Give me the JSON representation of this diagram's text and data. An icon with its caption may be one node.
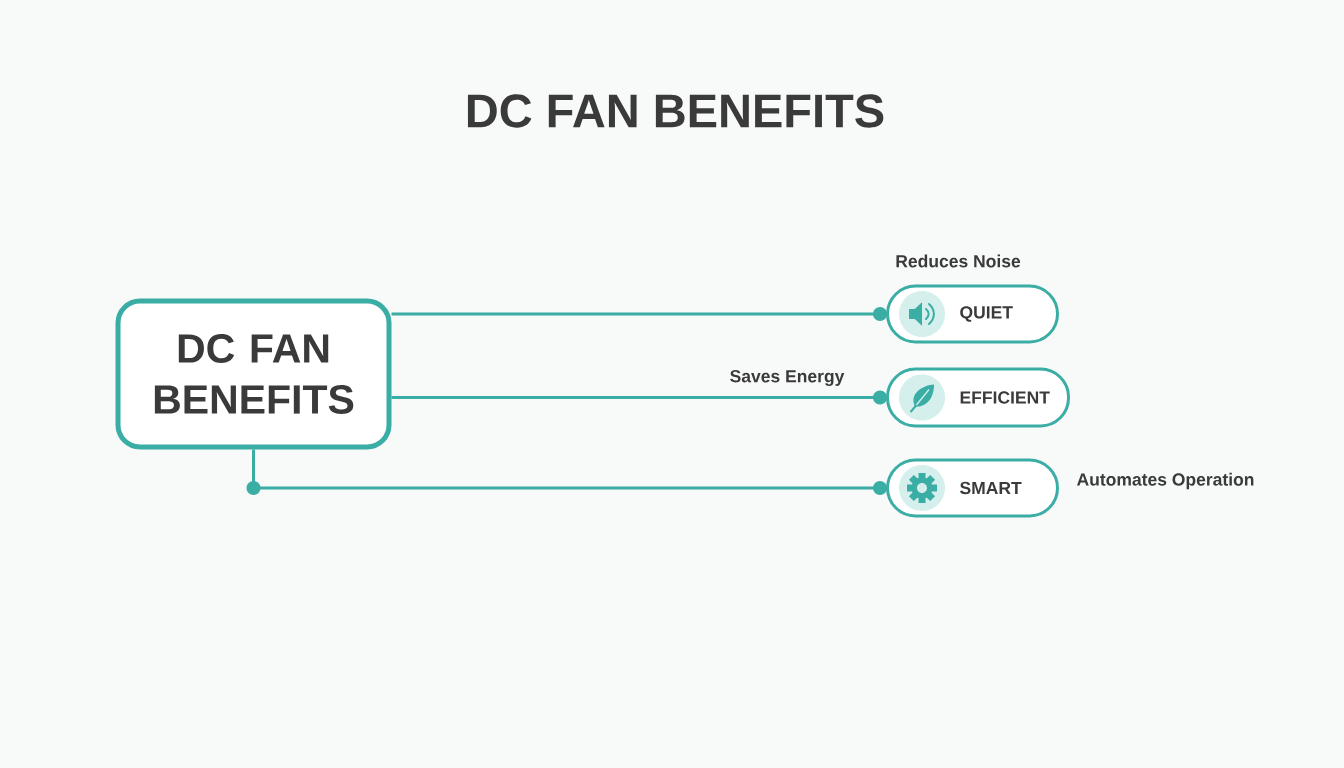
{
  "diagram": {
    "title": "DC FAN BENEFITS",
    "nodes": [
      {
        "text": [
          "DC FAN BENEFITS"
        ]
      },
      {
        "text": [
          "QUIET"
        ],
        "beside": [
          "Reduces Noise"
        ]
      },
      {
        "text": [
          "EFFICIENT"
        ],
        "beside": [
          "Saves Energy"
        ]
      },
      {
        "text": [
          "SMART"
        ],
        "beside": [
          "Automates Operation"
        ]
      }
    ],
    "edges": [
      {
        "from": 0,
        "to": 1,
        "arrow": "other"
      },
      {
        "from": 0,
        "to": 2,
        "arrow": "other"
      },
      {
        "from": 0,
        "to": 3,
        "arrow": "other"
      }
    ]
  }
}
